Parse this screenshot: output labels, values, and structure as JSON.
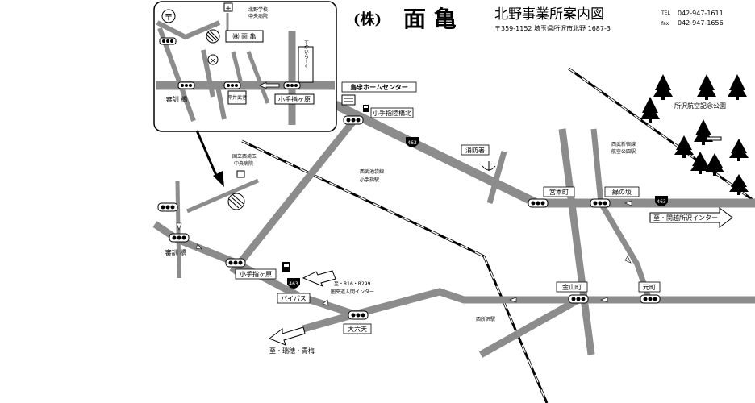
{
  "header": {
    "company_mark": "(株)",
    "company_name": "面 亀",
    "office_title": "北野事業所案内図",
    "address": "〒359-1152 埼玉県所沢市北野 1687-3",
    "tel_label": "TEL",
    "tel": "042-947-1611",
    "fax_label": "fax",
    "fax": "042-947-1656"
  },
  "inset": {
    "company": "㈱ 面 亀",
    "school": "北野学校",
    "road_name": "すかいらーく",
    "store": "中央病院",
    "intersection_left": "審訓 橋",
    "intersection_right": "小手指ヶ原",
    "small_note": "岸井武者"
  },
  "places": {
    "hospital": "国立西埼玉 中央病院",
    "station_kotesashi": "西武池袋線 小手指駅",
    "station_koku": "西武新宿線 航空公園駅",
    "fire_station": "消防署",
    "park": "所沢航空記念公園",
    "home_center": "島忠ホームセンター",
    "bypass": "バイパス",
    "nishitokorozawa": "西所沢駅"
  },
  "intersections": {
    "kotesashi_rikkyo": "小手指陸橋北",
    "miyamoto": "宮本町",
    "hinoki": "緑の坂",
    "kanayama": "金山町",
    "motomachi": "元町",
    "kotesashigahara": "小手指ヶ原",
    "shinkun": "審訓 橋",
    "otenjin": "大六天"
  },
  "routes": {
    "r463": "463",
    "to_kanetsu": "至・関越所沢インター",
    "to_irumaic": "至・R16・R299 圏央道入間インター",
    "to_mizuho": "至・瑞穂・青梅"
  }
}
